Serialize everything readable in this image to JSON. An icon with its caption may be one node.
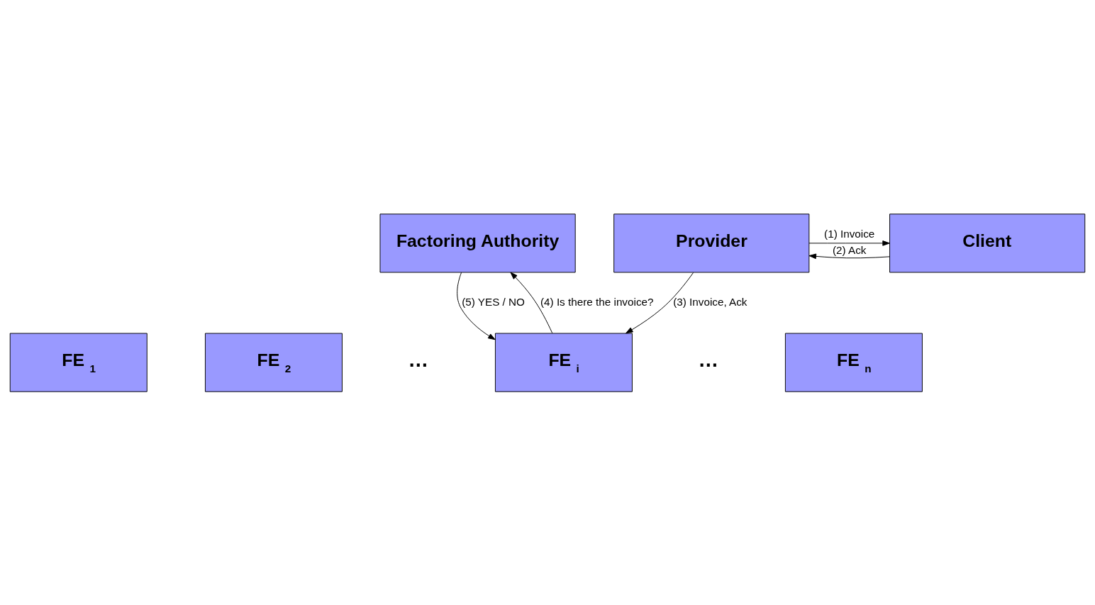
{
  "diagram": {
    "nodes": [
      {
        "text": [
          "Factoring Authority"
        ]
      },
      {
        "text": [
          "FE $_{1}$"
        ]
      },
      {
        "text": [
          "FE $_{2}$"
        ]
      },
      {
        "text": [
          "FE $_{i}$"
        ]
      },
      {
        "text": [
          "FE $_{n}$"
        ]
      },
      {
        "text": [
          "Provider"
        ]
      },
      {
        "text": [
          "Client"
        ]
      }
    ],
    "edges": [
      {
        "from": 5,
        "to": 6,
        "arrow": "to",
        "label": "(1) Invoice"
      },
      {
        "from": 6,
        "to": 5,
        "arrow": "to",
        "label": "(2) Ack"
      },
      {
        "from": 5,
        "to": 3,
        "arrow": "to",
        "label": "(3) Invoice, Ack"
      },
      {
        "from": 3,
        "to": 0,
        "arrow": "to",
        "label": "(4) Is there the invoice?"
      },
      {
        "from": 0,
        "to": 3,
        "arrow": "to",
        "label": "(5) YES / NO"
      }
    ],
    "labels": [
      "…",
      "…"
    ]
  }
}
